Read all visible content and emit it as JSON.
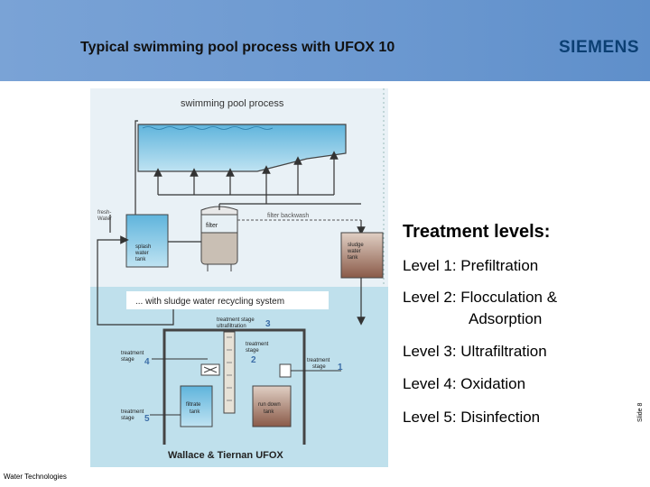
{
  "header": {
    "title": "Typical swimming pool process with UFOX 10",
    "brand": "SIEMENS"
  },
  "diagram": {
    "top_title": "swimming pool process",
    "fresh_water": "fresh-",
    "fresh_water_2": "Water",
    "filter_backwash": "filter backwash",
    "filter": "filter",
    "splash_tank": [
      "splash",
      "water",
      "tank"
    ],
    "sludge_tank": [
      "sludge",
      "water",
      "tank"
    ],
    "recycling_title": "... with sludge water recycling system",
    "stage3": [
      "treatment stage",
      "ultrafiltration"
    ],
    "stage3_num": "3",
    "stage2": [
      "treatment",
      "stage"
    ],
    "stage2_num": "2",
    "stage4": [
      "treatment",
      "stage"
    ],
    "stage4_num": "4",
    "stage1": [
      "treatment",
      "stage"
    ],
    "stage1_num": "1",
    "stage5": [
      "treatment",
      "stage"
    ],
    "stage5_num": "5",
    "filtrate_tank": [
      "filtrate",
      "tank"
    ],
    "rundown_tank": [
      "run down",
      "tank"
    ],
    "product": "Wallace & Tiernan UFOX"
  },
  "levels": {
    "title": "Treatment levels:",
    "items": [
      "Level 1: Prefiltration",
      "Level 2: Flocculation &",
      "Level 3: Ultrafiltration",
      "Level 4: Oxidation",
      "Level 5: Disinfection"
    ],
    "level2_cont": "Adsorption"
  },
  "footer": {
    "text": "Water Technologies"
  },
  "side_mark": "Slide 8"
}
